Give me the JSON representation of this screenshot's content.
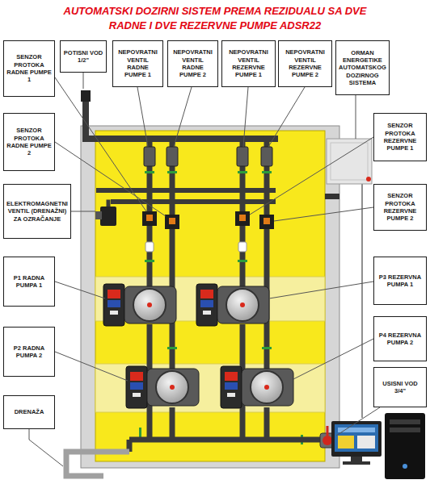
{
  "diagram": {
    "title": "AUTOMATSKI DOZIRNI SISTEM PREMA REZIDUALU SA DVE RADNE I DVE REZERVNE PUMPE ADSR22",
    "nodes": [
      {
        "text": [
          "SENZOR PROTOKA RADNE PUMPE 1"
        ]
      },
      {
        "text": [
          "POTISNI VOD 1/2\""
        ]
      },
      {
        "text": [
          "NEPOVRATNI VENTIL RADNE PUMPE 1"
        ]
      },
      {
        "text": [
          "NEPOVRATNI VENTIL RADNE PUMPE 2"
        ]
      },
      {
        "text": [
          "NEPOVRATNI VENTIL REZERVNE PUMPE 1"
        ]
      },
      {
        "text": [
          "NEPOVRATNI VENTIL REZERVNE PUMPE 2"
        ]
      },
      {
        "text": [
          "ORMAN ENERGETIKE AUTOMATSKOG DOZIRNOG SISTEMA"
        ]
      },
      {
        "text": [
          "SENZOR PROTOKA RADNE PUMPE 2"
        ]
      },
      {
        "text": [
          "SENZOR PROTOKA REZERVNE PUMPE 1"
        ]
      },
      {
        "text": [
          "ELEKTROMAGNETNI VENTIL (DRENAŽNI) ZA OZRAČANJE"
        ]
      },
      {
        "text": [
          "SENZOR PROTOKA REZERVNE PUMPE 2"
        ]
      },
      {
        "text": [
          "P1 RADNA PUMPA 1"
        ]
      },
      {
        "text": [
          "P3 REZERVNA PUMPA 1"
        ]
      },
      {
        "text": [
          "P2 RADNA PUMPA 2"
        ]
      },
      {
        "text": [
          "P4 REZERVNA PUMPA 2"
        ]
      },
      {
        "text": [
          "DRENAŽA"
        ]
      },
      {
        "text": [
          "USISNI VOD 3/4\""
        ]
      }
    ]
  }
}
